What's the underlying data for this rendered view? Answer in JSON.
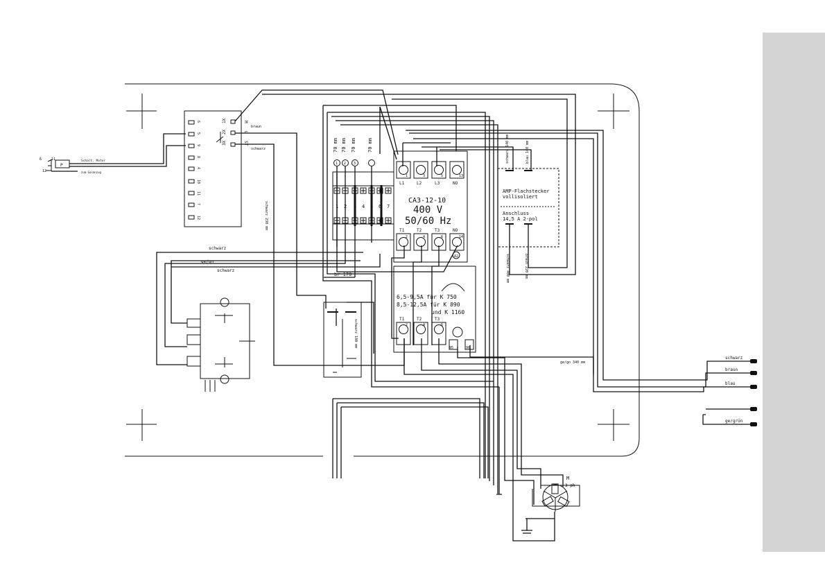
{
  "switch_box": {
    "pins": [
      "6",
      "5",
      "9",
      "8",
      "4",
      "10",
      "11",
      "7",
      "12"
    ],
    "contacts": [
      "1X",
      "2X",
      "3X"
    ],
    "pin_labels": [
      "M",
      "L",
      "ST"
    ],
    "wire_labels": [
      "braun",
      "schwarz"
    ]
  },
  "pressure_switch": {
    "left_labels": [
      "6",
      "11",
      "12"
    ],
    "box_label": "P",
    "caption": "Schalt. Motor",
    "note": "zum Gasanzug"
  },
  "wire_notes": {
    "schwarz_vertical": "schwarz 230 mm",
    "schwarz_top": "schwarz",
    "ge_gn": "ge/gn",
    "schwarz_mid": "schwarz",
    "br": "br 170",
    "capacitor": "schwarz 180 mm",
    "ge_gn_bottom": "ge/gn 340 mm"
  },
  "terminal_block": {
    "lengths": [
      "70 mm",
      "70 mm",
      "70 mm",
      "70 mm"
    ],
    "top_numbers": [
      "1",
      "2",
      "3"
    ],
    "numbers": [
      "1",
      "2",
      "3",
      "4",
      "5",
      "6",
      "7"
    ]
  },
  "contactor": {
    "top_terminals": [
      "L1",
      "L2",
      "L3",
      "NO"
    ],
    "top_nums": [
      "1",
      "3",
      "5",
      "13"
    ],
    "model": "CA3-12-10",
    "voltage": "400 V",
    "frequency": "50/60 Hz",
    "bottom_terminals": [
      "T1",
      "T2",
      "T3",
      "NO"
    ],
    "bottom_nums": [
      "2",
      "4",
      "6",
      "14"
    ],
    "coil": "A2"
  },
  "overload": {
    "line1": "6,5-9,5A  für K 750",
    "line2": "8,5-12,5A  für K 890",
    "line3": "und K 1160",
    "terminals": [
      "T1",
      "T2",
      "T3"
    ],
    "nums": [
      "2",
      "4",
      "6"
    ],
    "aux": [
      "95",
      "96"
    ]
  },
  "amp_connector": {
    "top_labels": [
      "schwarz 140 mm",
      "blau 140 mm"
    ],
    "line1": "AMP-Flachstecker",
    "line2": "vollisoliert",
    "line3": "Anschluss",
    "line4": "14,5 A  2-pol",
    "bottom_labels": [
      "schwarz 400 mm",
      "braun 220 mm"
    ]
  },
  "leads": [
    "schwarz",
    "braun",
    "blau",
    "",
    "ge/grün"
  ],
  "motor": {
    "label": "M",
    "phase": "3 ph"
  }
}
